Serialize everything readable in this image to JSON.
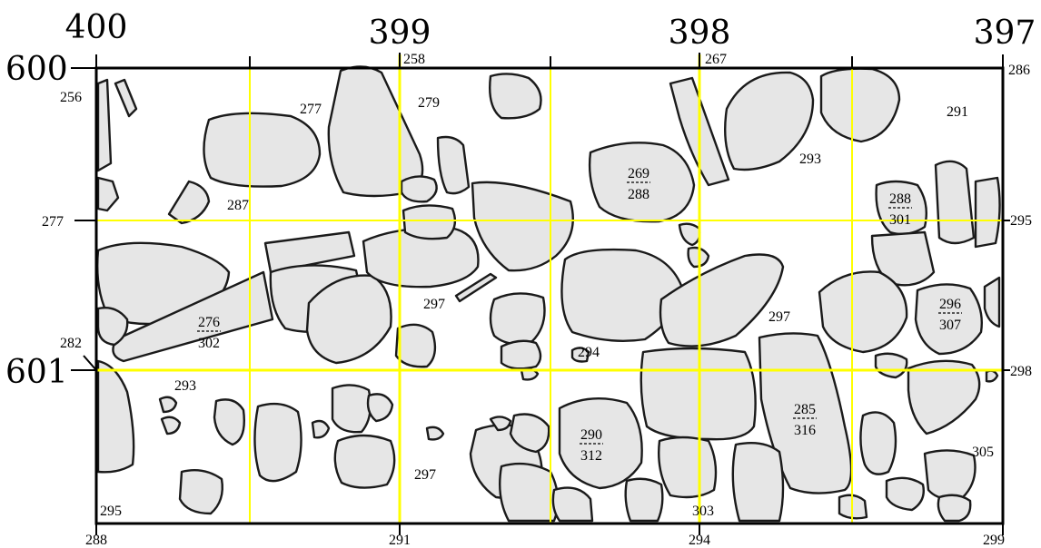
{
  "grid_labels": {
    "top": [
      "400",
      "399",
      "398",
      "397"
    ],
    "left": [
      "600",
      "601"
    ],
    "left_minor": "277"
  },
  "elevations": {
    "frame": {
      "top_left": "256",
      "top_399": "258",
      "top_398": "267",
      "top_right": "286",
      "right_mid": "295",
      "right_601": "298",
      "left_601": "282",
      "bottom_left": "288",
      "bottom_399": "291",
      "bottom_398": "294",
      "bottom_right": "299"
    },
    "interior": [
      "277",
      "279",
      "291",
      "293",
      "287",
      "297",
      "297",
      "294",
      "293",
      "297",
      "305",
      "295",
      "303"
    ]
  },
  "stone_elevations": [
    {
      "top": "269",
      "bottom": "288"
    },
    {
      "top": "288",
      "bottom": "301"
    },
    {
      "top": "276",
      "bottom": "302"
    },
    {
      "top": "296",
      "bottom": "307"
    },
    {
      "top": "290",
      "bottom": "312"
    },
    {
      "top": "285",
      "bottom": "316"
    }
  ],
  "colors": {
    "grid": "#ffff00",
    "stone_fill": "#e6e6e6",
    "outline": "#1a1a1a"
  }
}
